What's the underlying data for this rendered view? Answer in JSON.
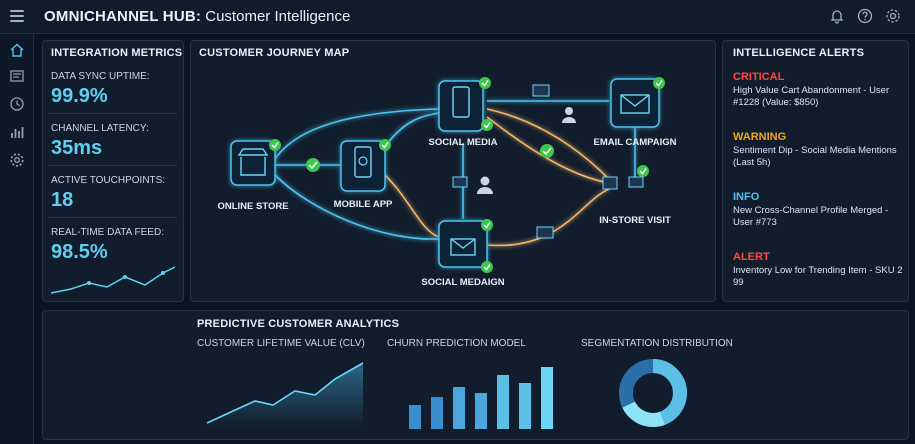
{
  "header": {
    "title_bold": "OMNICHANNEL HUB:",
    "title_rest": " Customer Intelligence",
    "icons": [
      "menu-icon",
      "bell-icon",
      "help-icon",
      "settings-icon"
    ]
  },
  "sidebar": {
    "icons": [
      "home-icon",
      "dashboard-icon",
      "clock-icon",
      "bar-chart-icon",
      "gear-icon"
    ]
  },
  "integration": {
    "title": "INTEGRATION METRICS",
    "metrics": [
      {
        "label": "DATA SYNC UPTIME:",
        "value": "99.9%"
      },
      {
        "label": "CHANNEL LATENCY:",
        "value": "35ms"
      },
      {
        "label": "ACTIVE TOUCHPOINTS:",
        "value": "18"
      },
      {
        "label": "REAL-TIME DATA FEED:",
        "value": "98.5%"
      }
    ]
  },
  "journey": {
    "title": "CUSTOMER JOURNEY MAP",
    "nodes": {
      "online_store": "ONLINE STORE",
      "mobile_app": "MOBILE APP",
      "social_media": "SOCIAL MEDIA",
      "email_campaign": "EMAIL CAMPAIGN",
      "in_store_visit": "IN-STORE VISIT",
      "social_medaign": "SOCIAL MEDAIGN"
    }
  },
  "alerts": {
    "title": "INTELLIGENCE ALERTS",
    "items": [
      {
        "level": "CRITICAL",
        "text": "High Value Cart Abandonment - User #1228 (Value: $850)",
        "color": "#ff4a3d"
      },
      {
        "level": "WARNING",
        "text": "Sentiment Dip - Social Media Mentions (Last 5h)",
        "color": "#f5a623"
      },
      {
        "level": "INFO",
        "text": "New Cross-Channel Profile Merged - User #773",
        "color": "#4ec3f0"
      },
      {
        "level": "ALERT",
        "text": "Inventory Low for Trending Item - SKU 2 99",
        "color": "#ff4a3d"
      }
    ]
  },
  "analytics": {
    "title": "PREDICTIVE CUSTOMER ANALYTICS",
    "clv_title": "CUSTOMER LIFETIME VALUE (CLV)",
    "churn_title": "CHURN PREDICTION MODEL",
    "segmentation_title": "SEGMENTATION DISTRIBUTION"
  },
  "colors": {
    "accent": "#5fd0ef",
    "success": "#3ec74f",
    "warning": "#f5a623",
    "critical": "#ff4a3d"
  }
}
